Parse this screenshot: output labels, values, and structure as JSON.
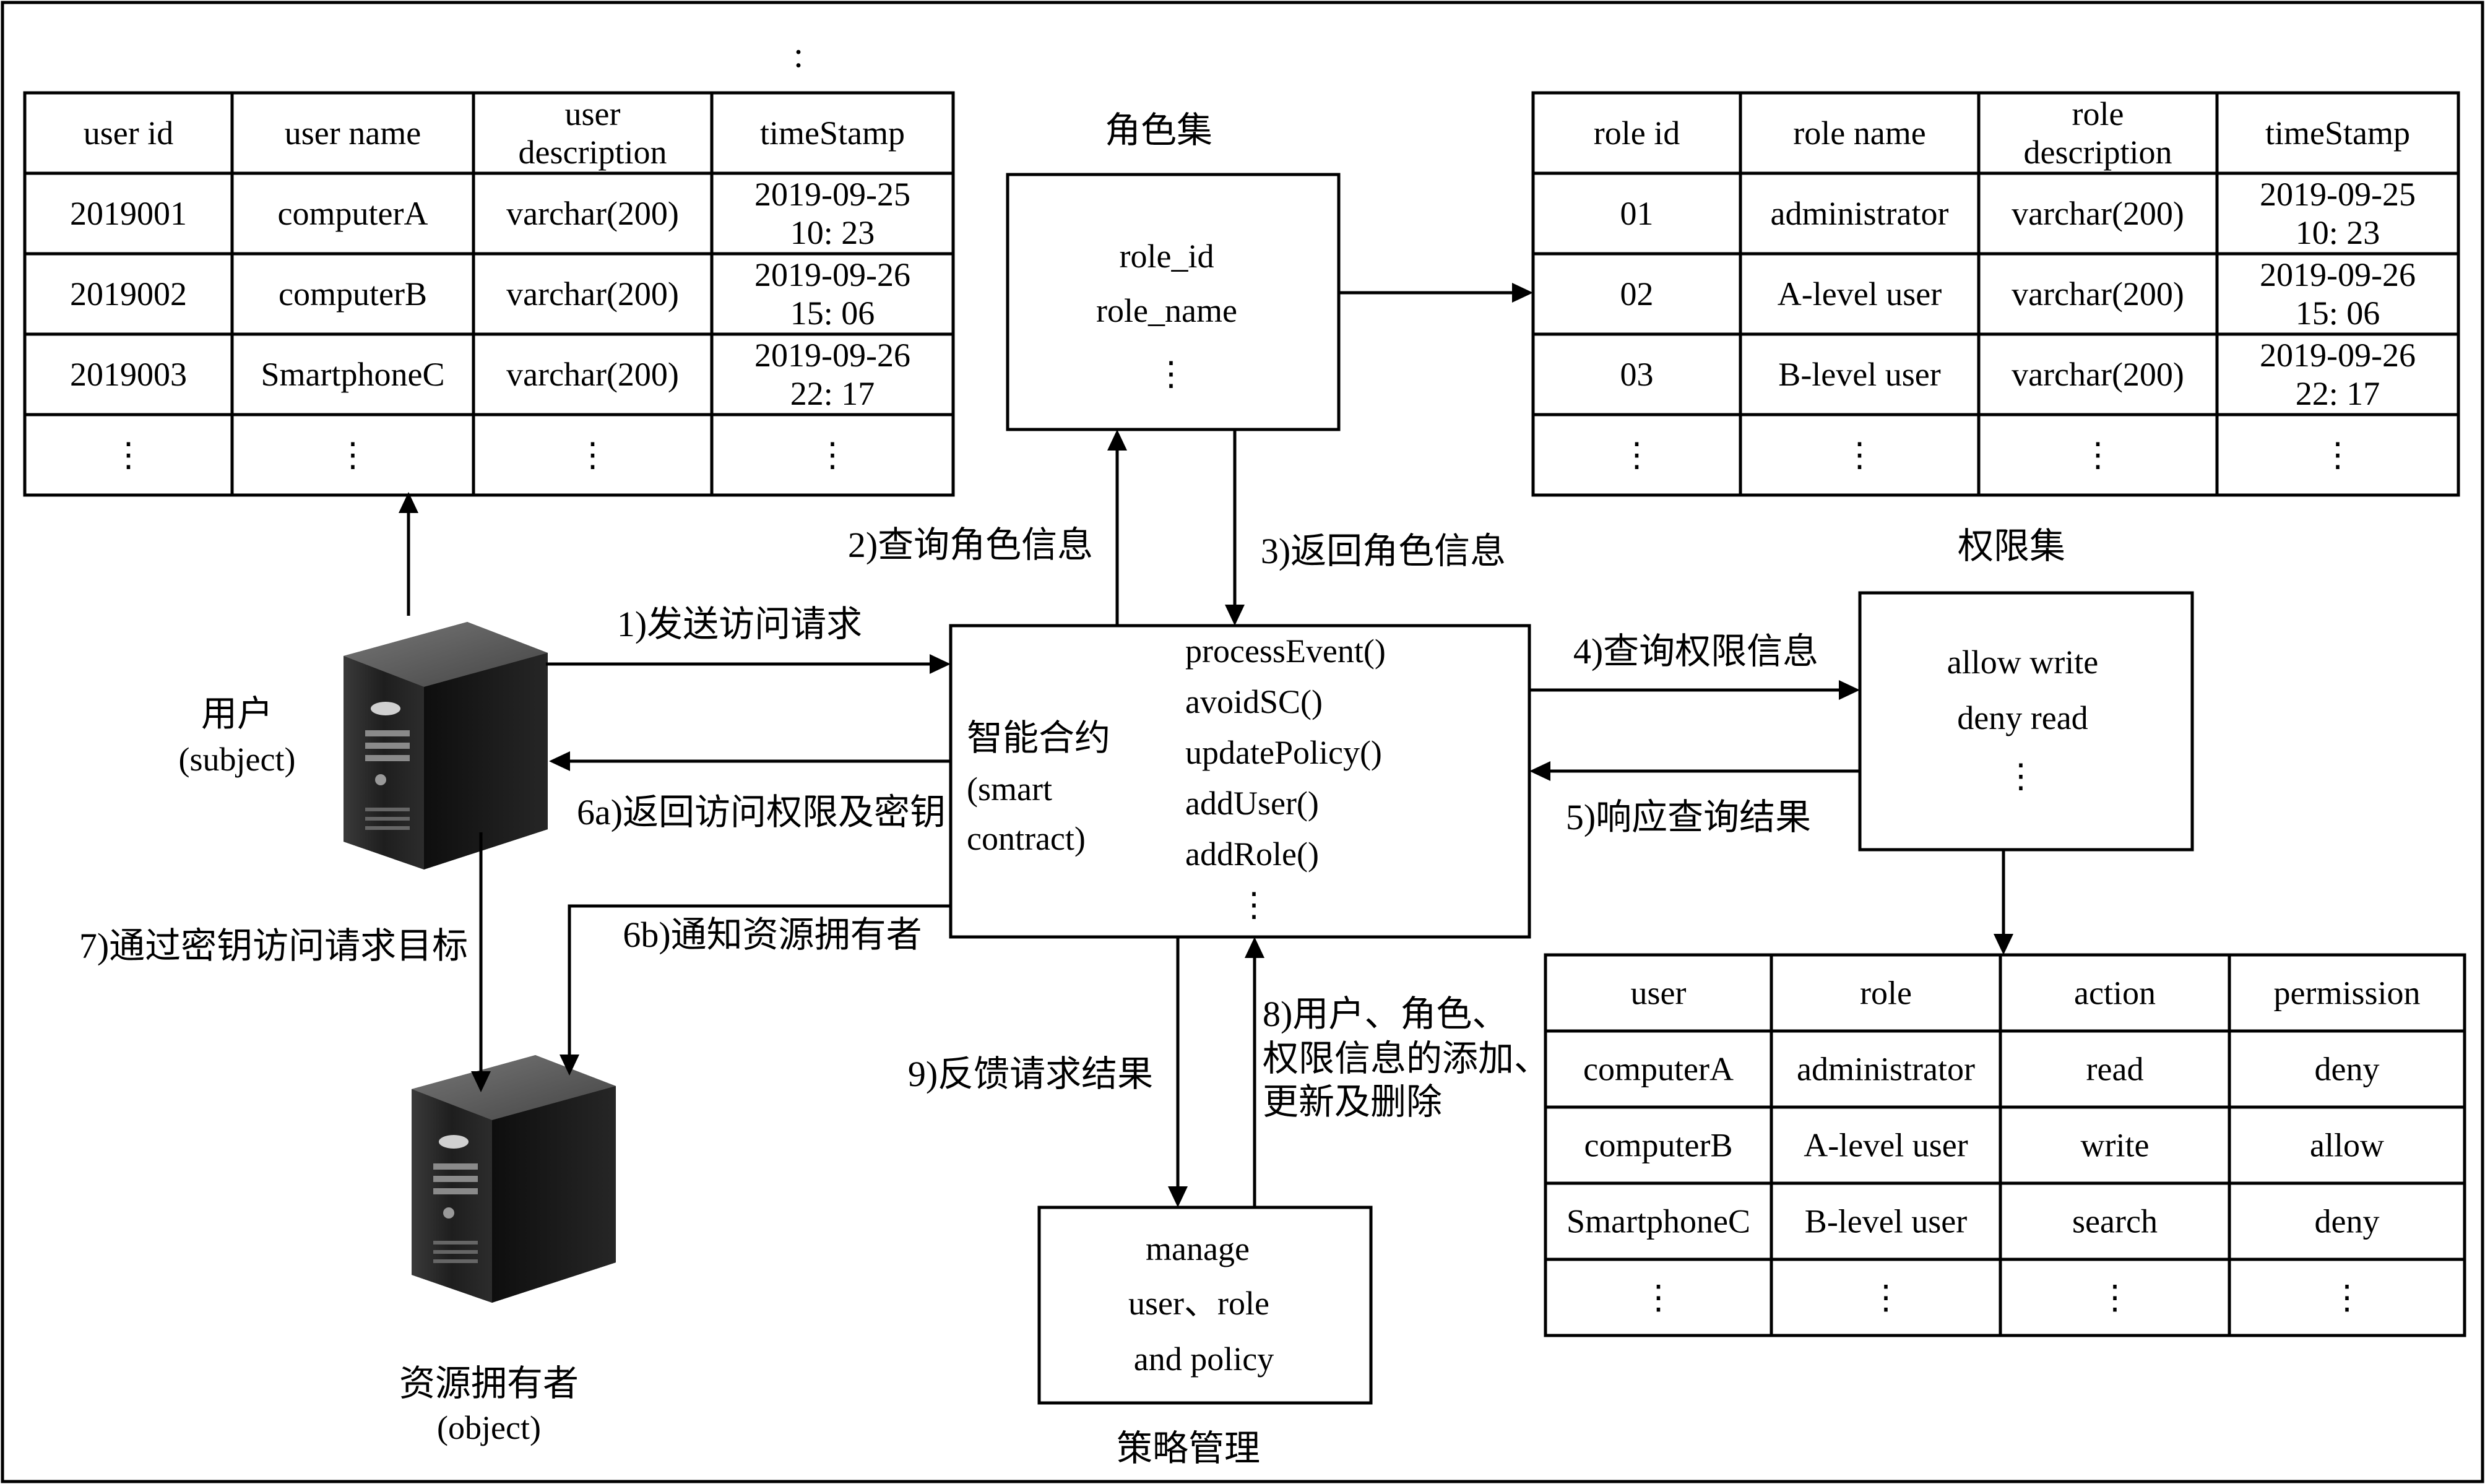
{
  "caption_colon": ":",
  "user_table": {
    "headers": [
      "user id",
      "user name",
      "user\ndescription",
      "timeStamp"
    ],
    "rows": [
      [
        "2019001",
        "computerA",
        "varchar(200)",
        "2019-09-25\n10: 23"
      ],
      [
        "2019002",
        "computerB",
        "varchar(200)",
        "2019-09-26\n15: 06"
      ],
      [
        "2019003",
        "SmartphoneC",
        "varchar(200)",
        "2019-09-26\n22: 17"
      ],
      [
        "⋮",
        "⋮",
        "⋮",
        "⋮"
      ]
    ]
  },
  "role_table": {
    "headers": [
      "role id",
      "role name",
      "role\ndescription",
      "timeStamp"
    ],
    "rows": [
      [
        "01",
        "administrator",
        "varchar(200)",
        "2019-09-25\n10: 23"
      ],
      [
        "02",
        "A-level user",
        "varchar(200)",
        "2019-09-26\n15: 06"
      ],
      [
        "03",
        "B-level user",
        "varchar(200)",
        "2019-09-26\n22: 17"
      ],
      [
        "⋮",
        "⋮",
        "⋮",
        "⋮"
      ]
    ]
  },
  "permission_table": {
    "headers": [
      "user",
      "role",
      "action",
      "permission"
    ],
    "rows": [
      [
        "computerA",
        "administrator",
        "read",
        "deny"
      ],
      [
        "computerB",
        "A-level user",
        "write",
        "allow"
      ],
      [
        "SmartphoneC",
        "B-level user",
        "search",
        "deny"
      ],
      [
        "⋮",
        "⋮",
        "⋮",
        "⋮"
      ]
    ]
  },
  "role_set": {
    "title": "角色集",
    "lines": [
      "role_id",
      "role_name",
      "⋮"
    ]
  },
  "permission_set": {
    "title": "权限集",
    "lines": [
      "allow write",
      "deny read",
      "⋮"
    ]
  },
  "contract": {
    "name_lines": [
      "智能合约",
      "(smart",
      "contract)"
    ],
    "methods": [
      "processEvent()",
      "avoidSC()",
      "updatePolicy()",
      "addUser()",
      "addRole()",
      "⋮"
    ]
  },
  "policy": {
    "title": "策略管理",
    "lines": [
      "manage",
      "user、role",
      "and policy"
    ]
  },
  "user_server": {
    "label_lines": [
      "用户",
      "(subject)"
    ]
  },
  "owner_server": {
    "label_lines": [
      "资源拥有者",
      "(object)"
    ]
  },
  "arrows": {
    "a1": "1)发送访问请求",
    "a2": "2)查询角色信息",
    "a3": "3)返回角色信息",
    "a4": "4)查询权限信息",
    "a5": "5)响应查询结果",
    "a6a": "6a)返回访问权限及密钥",
    "a6b": "6b)通知资源拥有者",
    "a7": "7)通过密钥访问请求目标",
    "a8": [
      "8)用户、角色、",
      "权限信息的添加、",
      "更新及删除"
    ],
    "a9": "9)反馈请求结果"
  }
}
